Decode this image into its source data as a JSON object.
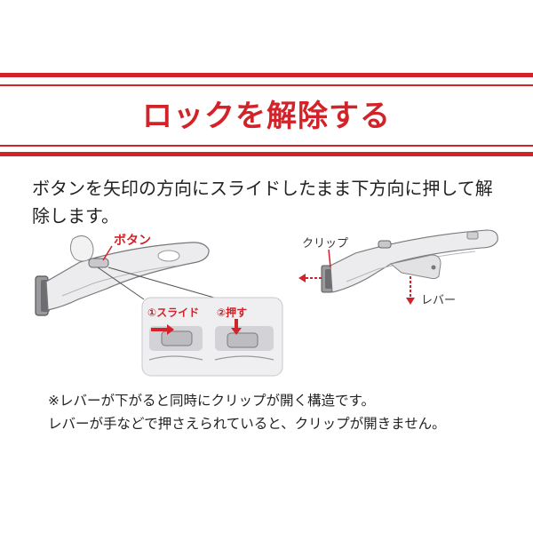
{
  "title": "ロックを解除する",
  "description": "ボタンを矢印の方向にスライドしたまま下方向に押して解除します。",
  "labels": {
    "button": "ボタン",
    "slide": "①スライド",
    "push": "②押す",
    "clip": "クリップ",
    "lever": "レバー"
  },
  "notes": [
    "※レバーが下がると同時にクリップが開く構造です。",
    "レバーが手などで押さえられていると、クリップが開きません。"
  ],
  "colors": {
    "accent": "#d2232a",
    "text": "#222222",
    "handle": "#e9e9eb"
  }
}
